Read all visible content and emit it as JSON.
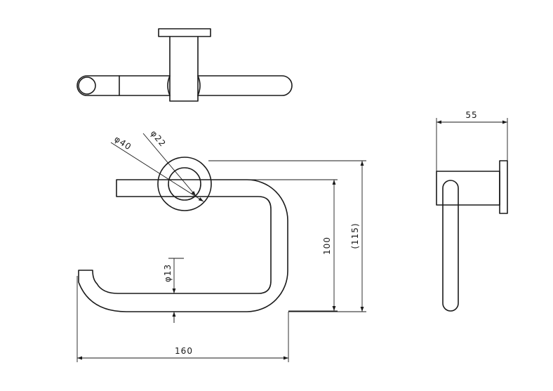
{
  "dimensions": {
    "width_overall": "160",
    "height_bar": "100",
    "height_overall": "(115)",
    "depth": "55",
    "flange_diameter": "φ40",
    "post_diameter": "φ22",
    "rod_diameter": "φ13"
  }
}
